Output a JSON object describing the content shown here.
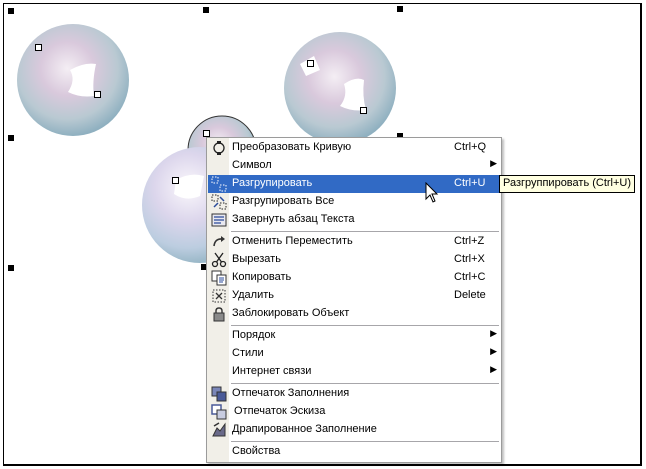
{
  "menu": {
    "items": [
      {
        "label": "Преобразовать Кривую",
        "shortcut": "Ctrl+Q",
        "icon": "convert-curve-icon"
      },
      {
        "label": "Символ",
        "submenu": true
      },
      {
        "label": "Разгрупировать",
        "shortcut": "Ctrl+U",
        "icon": "ungroup-icon",
        "highlighted": true
      },
      {
        "label": "Разгрупировать Все",
        "icon": "ungroup-all-icon"
      },
      {
        "label": "Завернуть абзац Текста",
        "icon": "wrap-paragraph-icon"
      },
      {
        "label": "Отменить Переместить",
        "shortcut": "Ctrl+Z",
        "icon": "undo-icon"
      },
      {
        "label": "Вырезать",
        "shortcut": "Ctrl+X",
        "icon": "cut-icon"
      },
      {
        "label": "Копировать",
        "shortcut": "Ctrl+C",
        "icon": "copy-icon"
      },
      {
        "label": "Удалить",
        "shortcut": "Delete",
        "icon": "delete-icon"
      },
      {
        "label": "Заблокировать Объект",
        "icon": "lock-icon"
      },
      {
        "label": "Порядок",
        "submenu": true
      },
      {
        "label": "Стили",
        "submenu": true
      },
      {
        "label": "Интернет связи",
        "submenu": true
      },
      {
        "label": "Отпечаток Заполнения",
        "icon": "copy-fill-icon"
      },
      {
        "label": "Отпечаток Эскиза",
        "icon": "copy-outline-icon"
      },
      {
        "label": "Драпированное Заполнение",
        "icon": "drape-fill-icon"
      },
      {
        "label": "Свойства"
      }
    ],
    "submenu_arrow": "▶"
  },
  "tooltip": {
    "text": "Разгруппировать (Ctrl+U)"
  },
  "colors": {
    "highlight": "#316ac5",
    "tooltip_bg": "#ffffe1"
  }
}
